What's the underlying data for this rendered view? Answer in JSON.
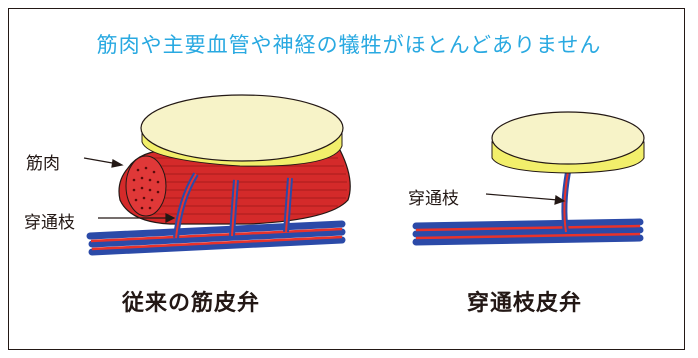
{
  "headline": "筋肉や主要血管や神経の犠牲がほとんどありません",
  "left_panel": {
    "caption": "従来の筋皮弁",
    "label_muscle": "筋肉",
    "label_perforator": "穿通枝"
  },
  "right_panel": {
    "caption": "穿通枝皮弁",
    "label_perforator": "穿通枝"
  },
  "colors": {
    "headline": "#29a9e1",
    "skin": "#f7f3c8",
    "fat": "#f2ef6b",
    "muscle": "#d42a2a",
    "artery": "#e8322b",
    "vein": "#2b4aa8",
    "text": "#231815"
  }
}
